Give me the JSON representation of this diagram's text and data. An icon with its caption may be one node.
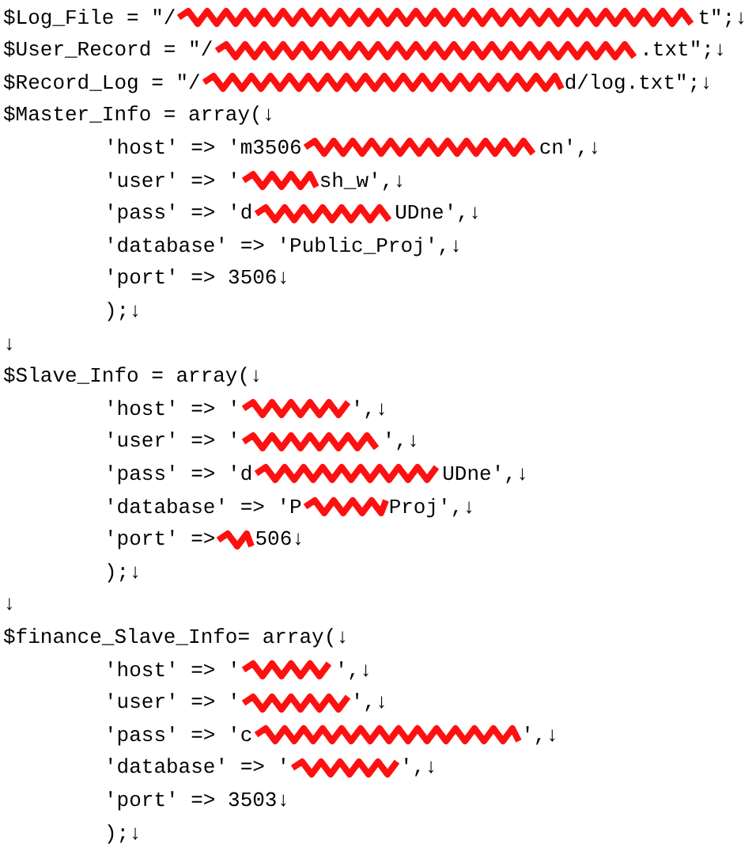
{
  "diagram": {
    "labels": [
      "$Log_File = \"/",
      "t\";↓",
      "$User_Record = \"/",
      ".txt\";↓",
      "$Record_Log = \"/",
      "d/log.txt\";↓",
      "$Master_Info = array(↓",
      "'host' => 'm3506",
      "cn',↓",
      "'user' => '",
      "sh_w',↓",
      "'pass' => 'd",
      "UDne',↓",
      "'database' => 'Public_Proj',↓",
      "'port' => 3506↓",
      ");↓",
      "↓",
      "$Slave_Info = array(↓",
      "'host' => '",
      "',↓",
      "'user' => '",
      "',↓",
      "'pass' => 'd",
      "UDne',↓",
      "'database' => 'P",
      "Proj',↓",
      "'port' =>",
      "506↓",
      ");↓",
      "↓",
      "$finance_Slave_Info= array(↓",
      "'host' => '",
      "',↓",
      "'user' => '",
      "',↓",
      "'pass' => 'c",
      "',↓",
      "'database' => '",
      "',↓",
      "'port' => 3503↓",
      ");↓"
    ]
  }
}
